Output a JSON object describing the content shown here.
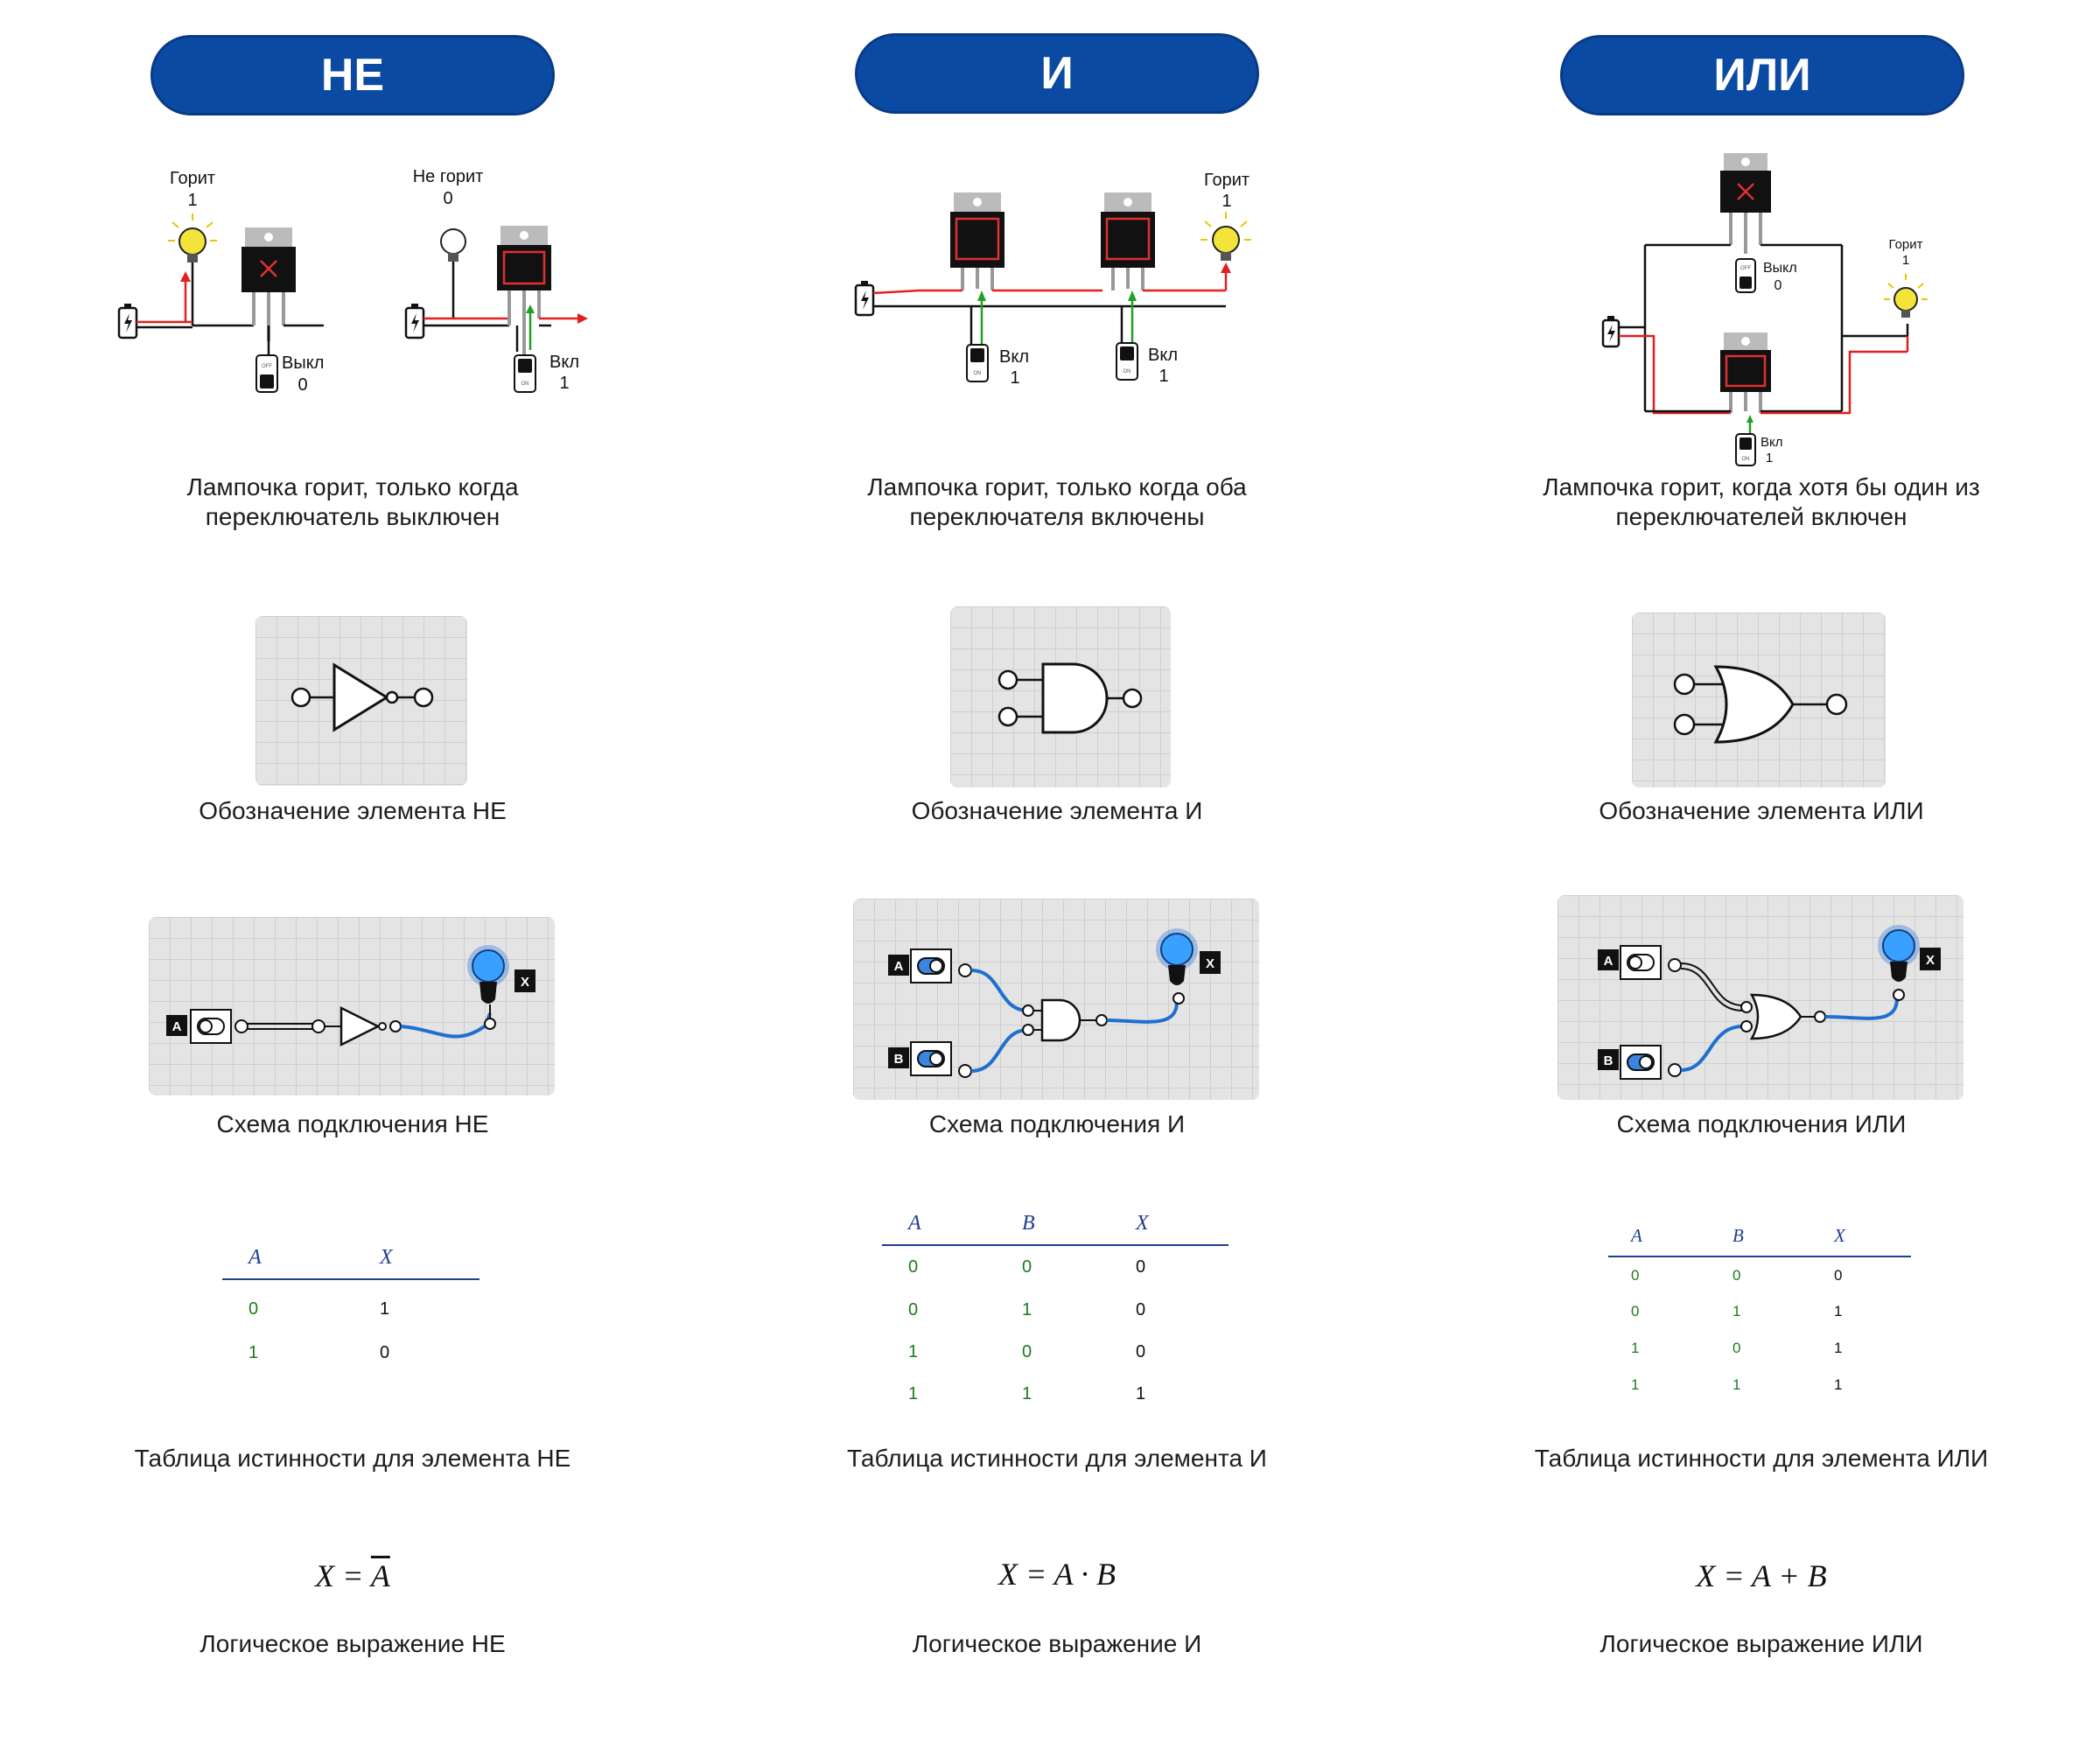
{
  "headers": {
    "not": "НЕ",
    "and": "И",
    "or": "ИЛИ"
  },
  "not": {
    "state_on_label": "Горит",
    "state_on_value": "1",
    "state_off_label": "Не горит",
    "state_off_value": "0",
    "switch_off_label": "Выкл",
    "switch_off_value": "0",
    "switch_on_label": "Вкл",
    "switch_on_value": "1",
    "switch_text_off": "OFF",
    "switch_text_on": "ON",
    "circuit_caption_1": "Лампочка горит, только когда",
    "circuit_caption_2": "переключатель выключен",
    "symbol_caption": "Обозначение элемента НЕ",
    "scheme_caption": "Схема подключения НЕ",
    "input_a": "A",
    "output_x": "X",
    "table": {
      "headers": [
        "A",
        "X"
      ],
      "rows": [
        [
          "0",
          "1"
        ],
        [
          "1",
          "0"
        ]
      ]
    },
    "table_caption": "Таблица истинности для элемента НЕ",
    "formula_left": "X =",
    "formula_right": "A",
    "formula_caption": "Логическое выражение НЕ"
  },
  "and": {
    "lamp_label": "Горит",
    "lamp_value": "1",
    "switch1_label": "Вкл",
    "switch1_value": "1",
    "switch2_label": "Вкл",
    "switch2_value": "1",
    "switch_text_on": "ON",
    "circuit_caption_1": "Лампочка горит, только когда оба",
    "circuit_caption_2": "переключателя включены",
    "symbol_caption": "Обозначение элемента И",
    "scheme_caption": "Схема подключения И",
    "input_a": "A",
    "input_b": "B",
    "output_x": "X",
    "table": {
      "headers": [
        "A",
        "B",
        "X"
      ],
      "rows": [
        [
          "0",
          "0",
          "0"
        ],
        [
          "0",
          "1",
          "0"
        ],
        [
          "1",
          "0",
          "0"
        ],
        [
          "1",
          "1",
          "1"
        ]
      ]
    },
    "table_caption": "Таблица истинности для элемента И",
    "formula": "X = A · B",
    "formula_caption": "Логическое выражение И"
  },
  "or": {
    "lamp_label": "Горит",
    "lamp_value": "1",
    "switch_top_label": "Выкл",
    "switch_top_value": "0",
    "switch_bottom_label": "Вкл",
    "switch_bottom_value": "1",
    "switch_text_off": "OFF",
    "switch_text_on": "ON",
    "circuit_caption_1": "Лампочка горит, когда хотя бы один из",
    "circuit_caption_2": "переключателей включен",
    "symbol_caption": "Обозначение элемента ИЛИ",
    "scheme_caption": "Схема подключения ИЛИ",
    "input_a": "A",
    "input_b": "B",
    "output_x": "X",
    "table": {
      "headers": [
        "A",
        "B",
        "X"
      ],
      "rows": [
        [
          "0",
          "0",
          "0"
        ],
        [
          "0",
          "1",
          "1"
        ],
        [
          "1",
          "0",
          "1"
        ],
        [
          "1",
          "1",
          "1"
        ]
      ]
    },
    "table_caption": "Таблица истинности для элемента ИЛИ",
    "formula": "X = A + B",
    "formula_caption": "Логическое выражение ИЛИ"
  },
  "colors": {
    "header_bg": "#0b4aa3",
    "wire_active": "#e02020",
    "wire_signal": "#22a022",
    "scheme_wire": "#1f6fd1",
    "lamp_on": "#f3e43a"
  }
}
